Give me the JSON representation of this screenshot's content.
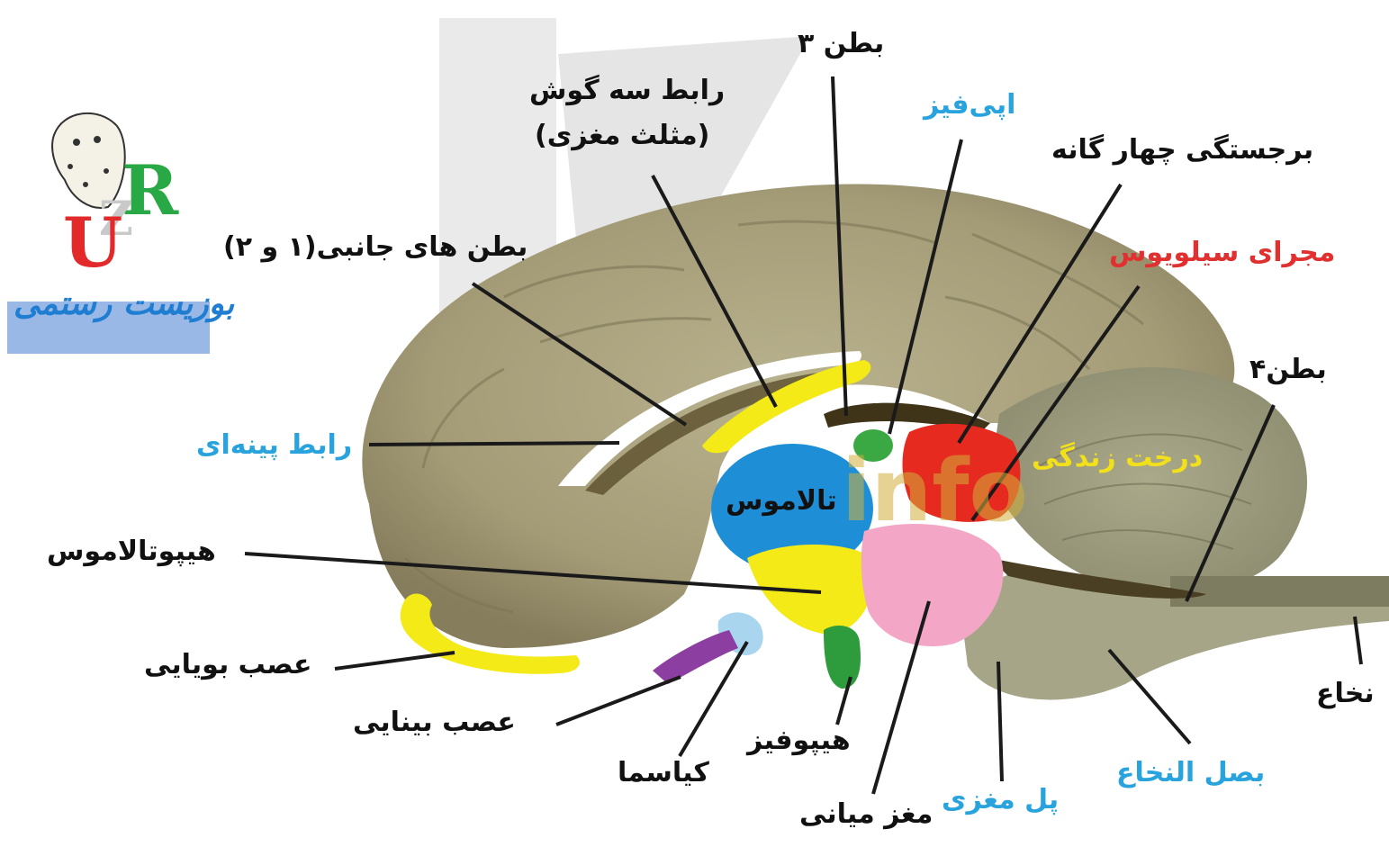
{
  "colors": {
    "label_black": "#111111",
    "label_blue": "#29a3dd",
    "label_red": "#e03030",
    "label_yellow": "#f2e11a",
    "thalamus": "#1e8fd6",
    "hypothalamus": "#f4ea18",
    "midbrain": "#f3a6c6",
    "epiphysis": "#3aa843",
    "sylvius": "#e62a1f",
    "chiasma": "#a9d6ee",
    "optic_nerve": "#8c3fa0",
    "olfactory_nerve": "#f4ea18",
    "brain_tissue": "#a79f7b"
  },
  "logo": {
    "letter_r": "R",
    "letter_u": "U",
    "letter_z": "Z",
    "text": "بوزیست رستمی",
    "icon": "cheetah-icon"
  },
  "watermark": {
    "text": "info"
  },
  "labels": {
    "third_ventricle": "بطن ۳",
    "triangular_ligament": "رابط سه گوش",
    "triangular_ligament_sub": "(مثلث مغزی)",
    "epiphysis": "اپی‌فیز",
    "quadrigeminal": "برجستگی چهار گانه",
    "sylvius": "مجرای سیلویوس",
    "lateral_ventricles": "بطن های جانبی(۱ و ۲)",
    "fourth_ventricle": "بطن۴",
    "corpus_callosum": "رابط پینه‌ای",
    "arbor_vitae": "درخت زندگی",
    "thalamus": "تالاموس",
    "hypothalamus": "هیپوتالاموس",
    "olfactory_nerve": "عصب بویایی",
    "optic_nerve": "عصب بینایی",
    "chiasma": "کیاسما",
    "pituitary": "هیپوفیز",
    "midbrain": "مغز میانی",
    "pons": "پل مغزی",
    "medulla": "بصل النخاع",
    "spinal_cord": "نخاع"
  }
}
